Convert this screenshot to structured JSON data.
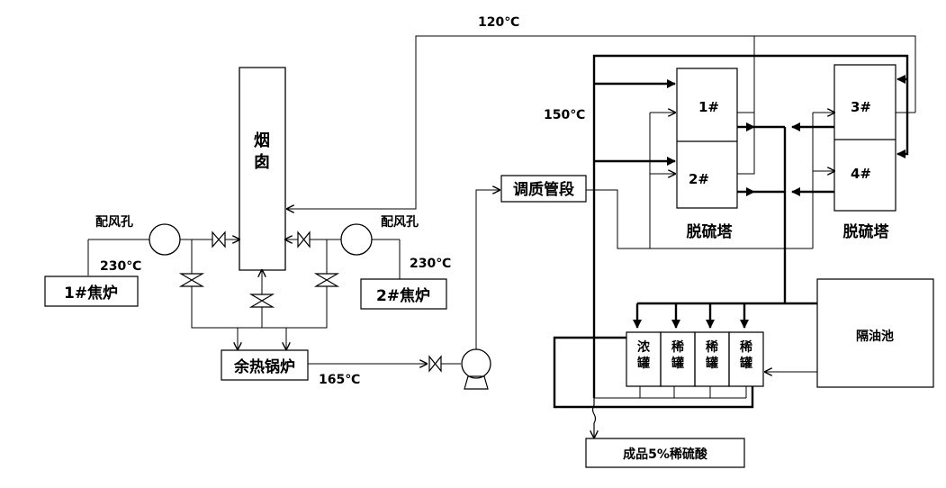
{
  "labels": {
    "chimney": "烟囱",
    "air_left": "配风孔",
    "air_right": "配风孔",
    "oven1": "1#焦炉",
    "oven2": "2#焦炉",
    "boiler": "余热锅炉",
    "conditioning": "调质管段",
    "tower1": "1#",
    "tower2": "2#",
    "tower3": "3#",
    "tower4": "4#",
    "tower_left_label": "脱硫塔",
    "tower_right_label": "脱硫塔",
    "tank_conc": "浓罐",
    "tank_dilute_1": "稀罐",
    "tank_dilute_2": "稀罐",
    "tank_dilute_3": "稀罐",
    "oil_separator": "隔油池",
    "product": "成品5%稀硫酸"
  },
  "temps": {
    "return": "120℃",
    "inlet": "150℃",
    "left_oven": "230℃",
    "right_oven": "230℃",
    "boiler_out": "165℃"
  },
  "colors": {
    "line": "#000000",
    "background": "#ffffff"
  }
}
